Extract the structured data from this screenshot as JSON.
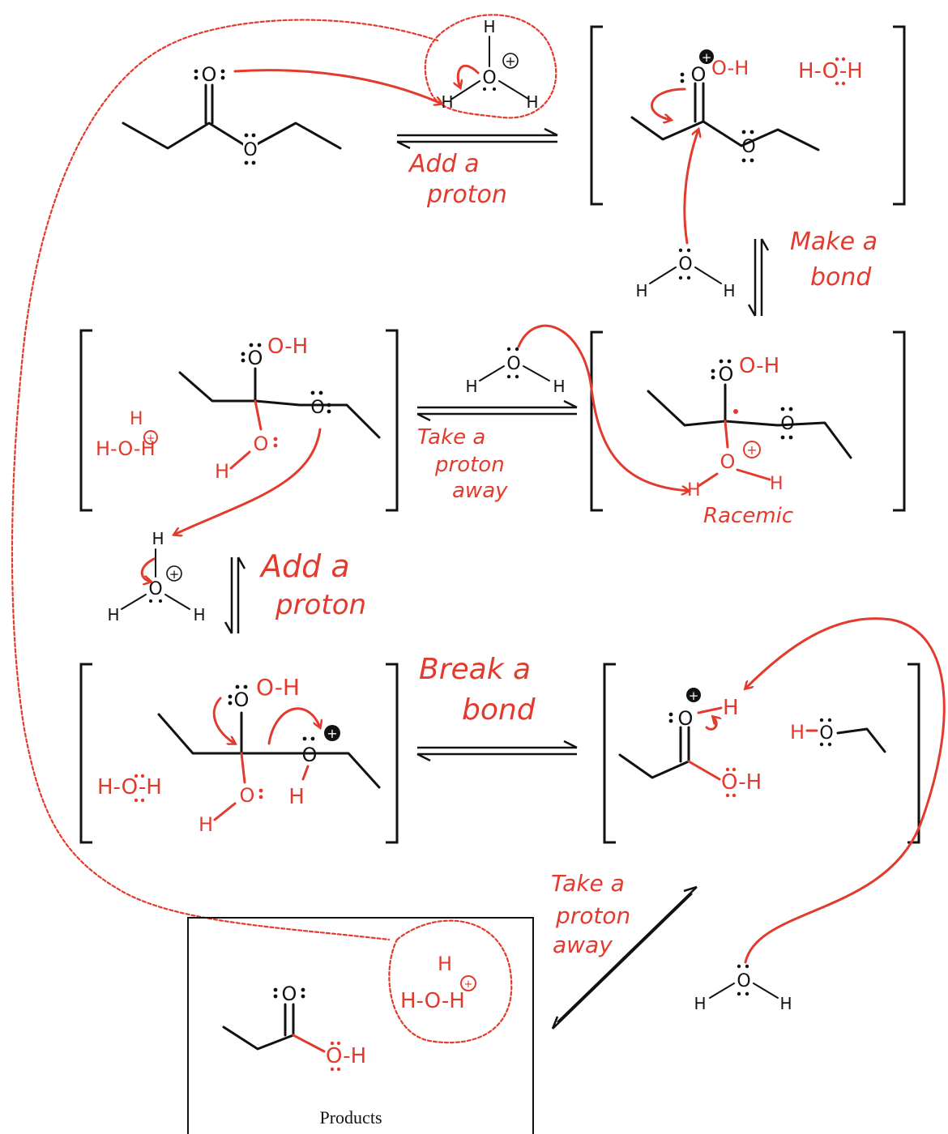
{
  "atoms": {
    "O": "O",
    "H": "H",
    "plus": "+"
  },
  "groups": {
    "water_red": "H-O-H",
    "hydroxyl": "O-H",
    "hydronium_h": "H-O-H"
  },
  "steps": {
    "add_proton_1": [
      "Add a",
      "proton"
    ],
    "make_bond": [
      "Make a",
      "bond"
    ],
    "take_proton_1": [
      "Take a",
      "proton",
      "away"
    ],
    "add_proton_2": [
      "Add a",
      "proton"
    ],
    "break_bond": [
      "Break a",
      "bond"
    ],
    "take_proton_2": [
      "Take a",
      "proton",
      "away"
    ]
  },
  "notes": {
    "racemic": "Racemic"
  },
  "products": {
    "label": "Products"
  },
  "colors": {
    "red": "#e23b2e",
    "black": "#111111"
  }
}
